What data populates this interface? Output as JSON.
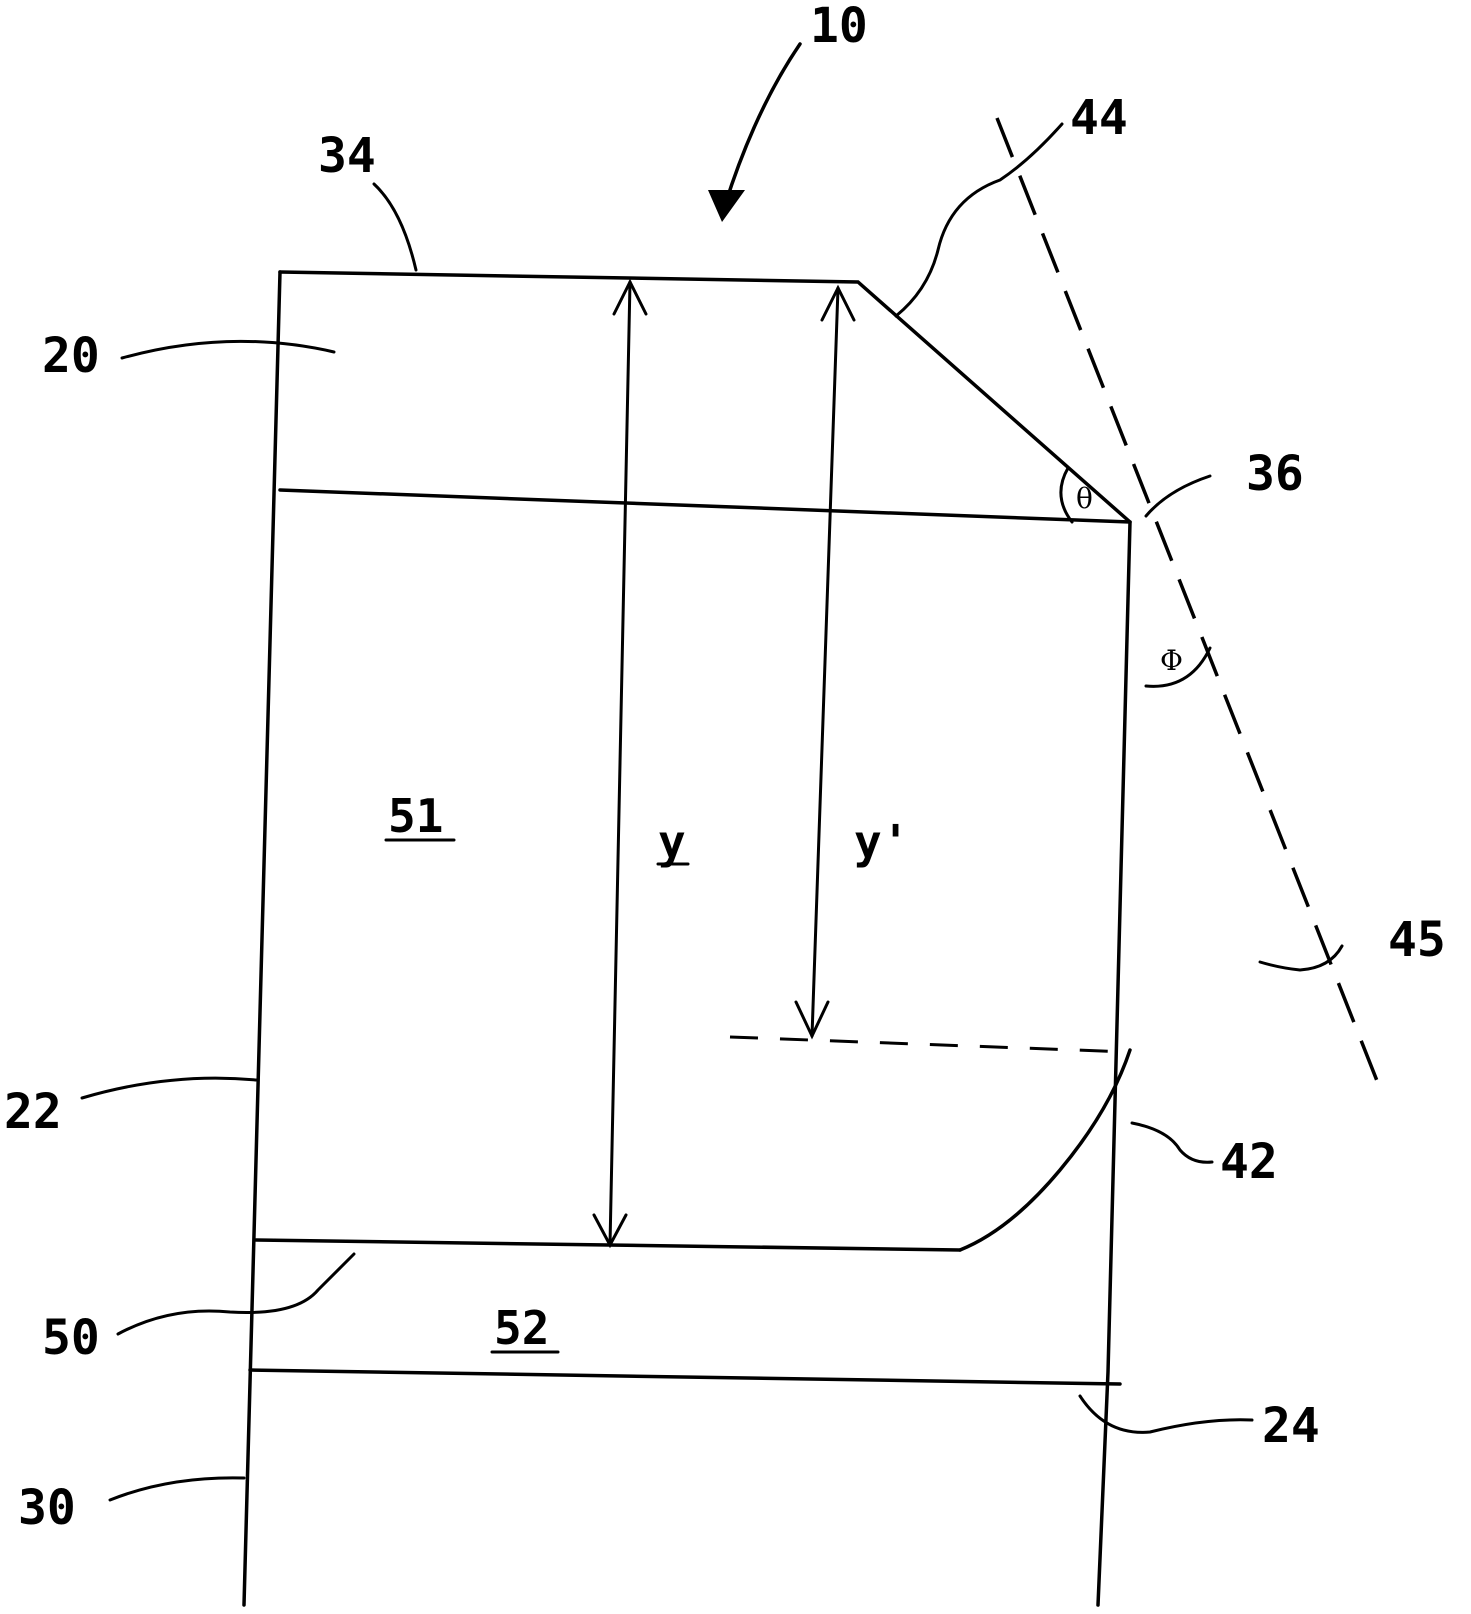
{
  "labels": {
    "ref_10": "10",
    "ref_34": "34",
    "ref_44": "44",
    "ref_20": "20",
    "ref_36": "36",
    "ref_22": "22",
    "ref_42": "42",
    "ref_45": "45",
    "ref_50": "50",
    "ref_24": "24",
    "ref_30": "30",
    "region_51": "51",
    "region_52": "52",
    "dim_y": "y",
    "dim_y_prime": "y'",
    "angle_theta": "θ",
    "angle_phi": "Φ"
  }
}
